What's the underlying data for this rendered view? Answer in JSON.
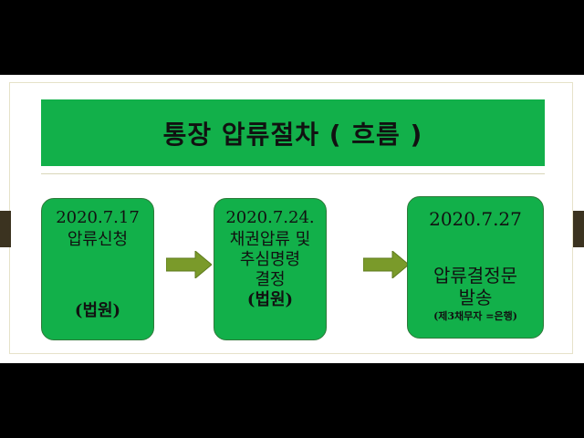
{
  "title": "통장 압류절차 ( 흐름 )",
  "steps": [
    {
      "date": "2020.7.17",
      "lines": [
        "압류신청"
      ],
      "agency": "(법원)"
    },
    {
      "date": "2020.7.24.",
      "lines": [
        "채권압류 및",
        "추심명령",
        "결정"
      ],
      "agency": "(법원)"
    },
    {
      "date": "2020.7.27",
      "lines": [
        "압류결정문",
        "발송"
      ],
      "agency": "(제3채무자 =은행)"
    }
  ],
  "colors": {
    "box_green": "#12b04a",
    "arrow_olive": "#7a9a2a",
    "outer_background": "#000000"
  },
  "icons": {
    "arrow": "right-arrow-icon"
  }
}
